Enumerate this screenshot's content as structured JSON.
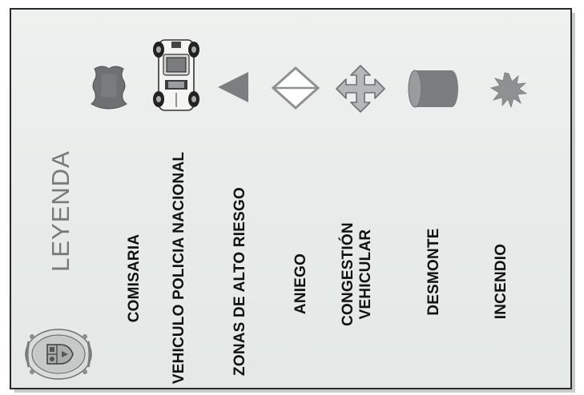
{
  "legend": {
    "title": "LEYENDA",
    "items": [
      {
        "label": "COMISARIA",
        "icon": "police-badge-icon"
      },
      {
        "label": "VEHICULO POLICIA NACIONAL",
        "icon": "police-car-icon"
      },
      {
        "label": "ZONAS DE ALTO RIESGO",
        "icon": "triangle-icon"
      },
      {
        "label": "ANIEGO",
        "icon": "diamond-icon"
      },
      {
        "label": "CONGESTIÓN\nVEHICULAR",
        "label_line1": "CONGESTIÓN",
        "label_line2": "VEHICULAR",
        "icon": "four-arrows-icon"
      },
      {
        "label": "DESMONTE",
        "icon": "cylinder-icon"
      },
      {
        "label": "INCENDIO",
        "icon": "starburst-icon"
      }
    ]
  },
  "colors": {
    "icon_gray": "#8a8c8e",
    "title_gray": "#77797a",
    "text": "#111111",
    "background": "#eaedeb"
  }
}
